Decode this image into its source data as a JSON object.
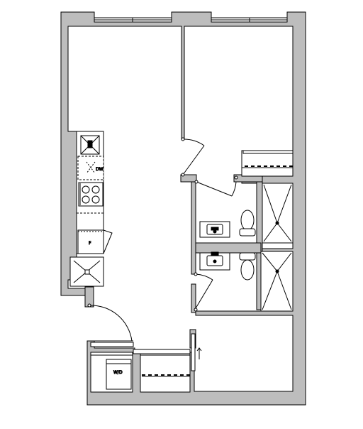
{
  "labels": {
    "dishwasher": "DW",
    "fridge": "F",
    "washer_dryer": "W/D"
  },
  "colors": {
    "wall": "#bdbdbd",
    "line": "#000000",
    "background": "#ffffff"
  }
}
